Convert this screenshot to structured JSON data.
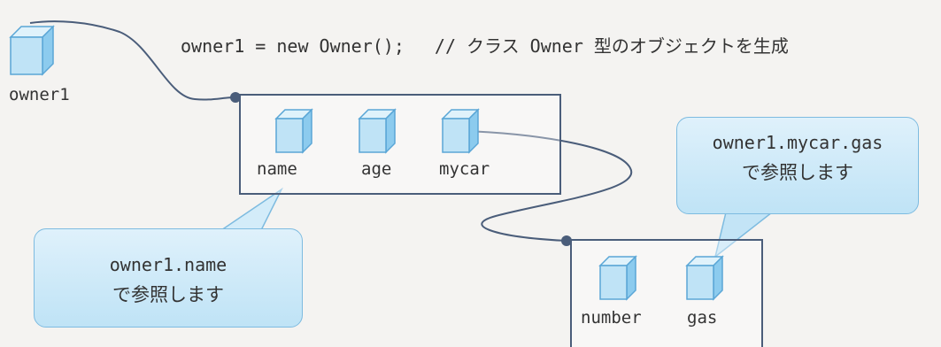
{
  "code_line": {
    "statement": "owner1 = new Owner();",
    "comment": "// クラス Owner 型のオブジェクトを生成"
  },
  "variables": {
    "owner1": "owner1",
    "name": "name",
    "age": "age",
    "mycar": "mycar",
    "number": "number",
    "gas": "gas"
  },
  "callouts": {
    "name_ref": {
      "code": "owner1.name",
      "text": "で参照します"
    },
    "gas_ref": {
      "code": "owner1.mycar.gas",
      "text": "で参照します"
    }
  },
  "colors": {
    "cube_face": "#bfe3f6",
    "cube_top": "#dff2fb",
    "cube_side": "#8ccbee",
    "cube_edge": "#5aa6d6",
    "box_border": "#4a5d7a",
    "line": "#4a5d7a",
    "callout_fill": "#cfeaf8",
    "callout_border": "#7dbbe0"
  }
}
